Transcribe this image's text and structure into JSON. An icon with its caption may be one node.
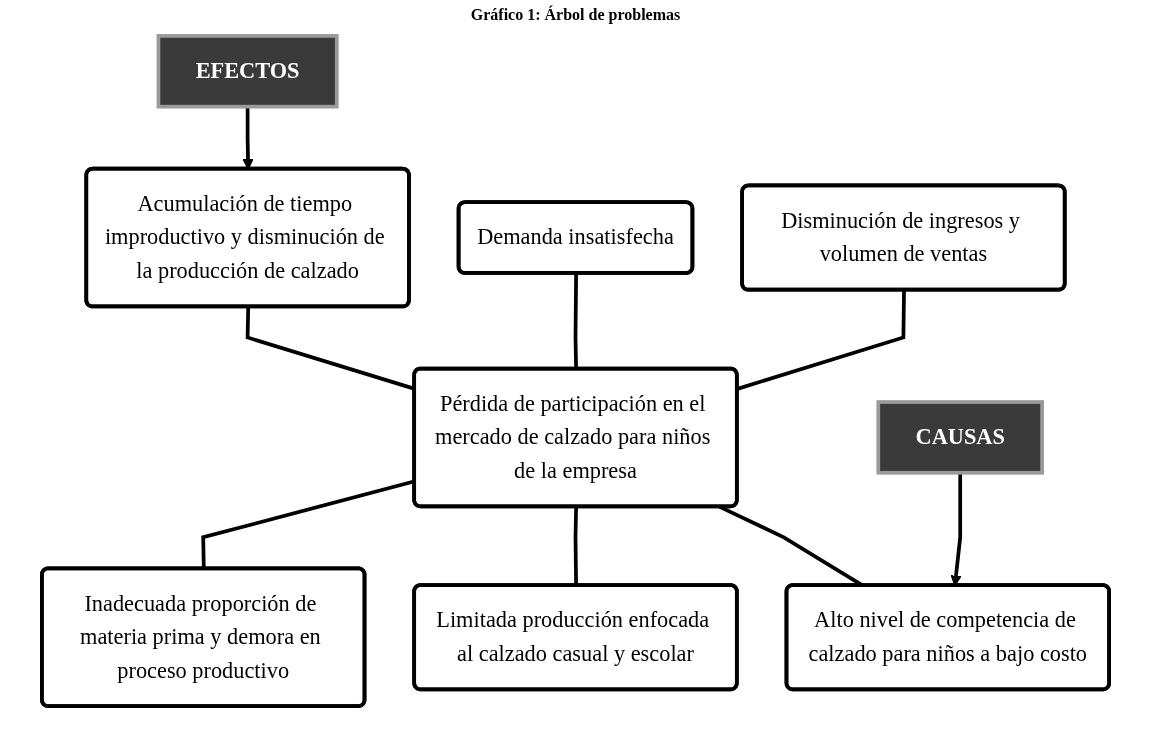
{
  "diagram": {
    "title": "Gráfico 1: Árbol de problemas",
    "nodes": [
      {
        "text": [
          "Acumulación de tiempo improductivo y disminución de la producción de calzado"
        ]
      },
      {
        "text": [
          "Demanda insatisfecha"
        ]
      },
      {
        "text": [
          "Disminución de ingresos y volumen de ventas"
        ]
      },
      {
        "text": [
          "EFECTOS"
        ]
      },
      {
        "text": [
          "Pérdida de participación en el mercado de calzado para niños de la empresa"
        ]
      },
      {
        "text": [
          "CAUSAS"
        ]
      },
      {
        "text": [
          "Inadecuada proporción de materia prima y demora en proceso productivo"
        ]
      },
      {
        "text": [
          "Limitada producción enfocada al calzado casual y escolar"
        ]
      },
      {
        "text": [
          "Alto nivel de competencia de calzado para niños a bajo costo"
        ]
      }
    ],
    "edges": [
      {
        "from": 4,
        "to": 0,
        "arrow": "none"
      },
      {
        "from": 4,
        "to": 1,
        "arrow": "none"
      },
      {
        "from": 4,
        "to": 2,
        "arrow": "none"
      },
      {
        "from": 4,
        "to": 6,
        "arrow": "none"
      },
      {
        "from": 4,
        "to": 7,
        "arrow": "none"
      },
      {
        "from": 4,
        "to": 8,
        "arrow": "none"
      },
      {
        "from": 3,
        "to": 0,
        "arrow": "to"
      },
      {
        "from": 5,
        "to": 8,
        "arrow": "to"
      }
    ]
  }
}
